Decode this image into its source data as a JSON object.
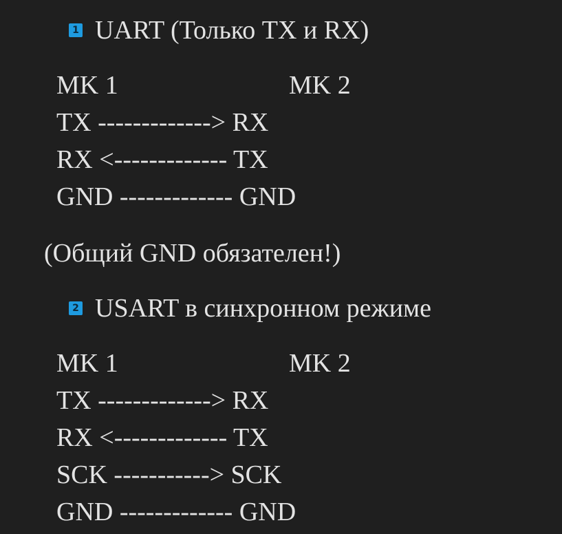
{
  "section1": {
    "badge": "1",
    "title": "UART (Только TX и RX)",
    "header_left": "MK 1",
    "header_right": "MK 2",
    "lines": [
      "TX -------------> RX",
      "RX <------------- TX",
      "GND ------------- GND"
    ],
    "note": "(Общий GND обязателен!)"
  },
  "section2": {
    "badge": "2",
    "title": "USART в синхронном режиме",
    "header_left": "MK 1",
    "header_right": "MK 2",
    "lines": [
      "TX -------------> RX",
      "RX <------------- TX",
      "SCK -----------> SCK",
      "GND ------------- GND"
    ]
  },
  "colors": {
    "background": "#1f1f1f",
    "text": "#e3e3e3",
    "badge": "#1e9be0"
  }
}
